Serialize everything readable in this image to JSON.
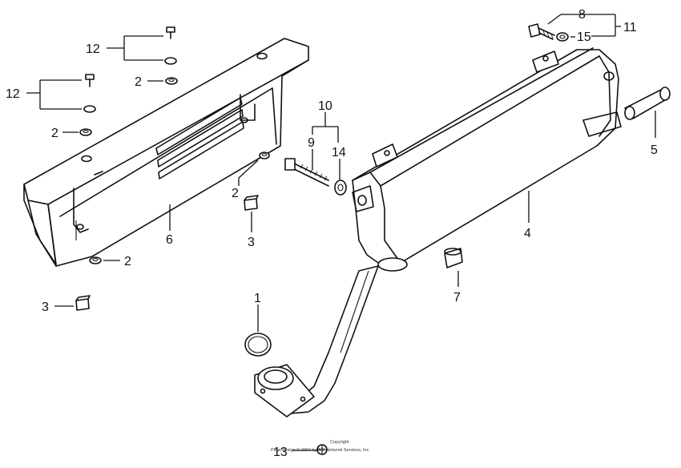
{
  "diagram": {
    "callouts": {
      "n1": "1",
      "n2a": "2",
      "n2b": "2",
      "n2c": "2",
      "n2d": "2",
      "n3a": "3",
      "n3b": "3",
      "n4": "4",
      "n5": "5",
      "n6": "6",
      "n7": "7",
      "n8": "8",
      "n9": "9",
      "n10": "10",
      "n11": "11",
      "n12a": "12",
      "n12b": "12",
      "n13": "13",
      "n14": "14",
      "n15": "15"
    },
    "copyright_line1": "Copyright",
    "copyright_line2": "Page design © 2004 by ARI Network Services, Inc."
  }
}
